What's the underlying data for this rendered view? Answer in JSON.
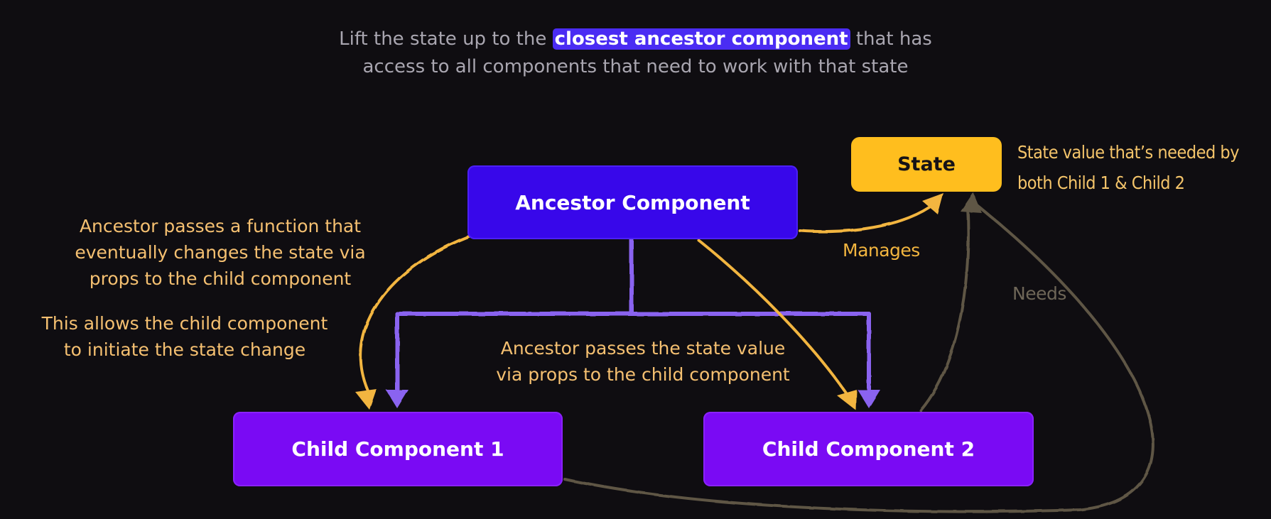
{
  "caption": {
    "line1_before": "Lift the state up to the",
    "line1_highlight": "closest ancestor component",
    "line1_after": "that has",
    "line2": "access to all components that need to work with that state"
  },
  "nodes": {
    "ancestor": "Ancestor Component",
    "child1": "Child Component 1",
    "child2": "Child Component 2",
    "state": "State"
  },
  "annotations": {
    "function_pass": [
      "Ancestor passes a function that",
      "eventually changes the state via",
      "props to the child component"
    ],
    "initiate": [
      "This allows the child component",
      "to initiate the state change"
    ],
    "state_pass": [
      "Ancestor passes the state value",
      "via props to the child component"
    ],
    "state_note": [
      "State value that’s needed by",
      "both Child 1 & Child 2"
    ]
  },
  "edge_labels": {
    "manages": "Manages",
    "needs": "Needs"
  },
  "colors": {
    "background": "#0f0d11",
    "ancestor": "#3807ea",
    "child": "#7a0af4",
    "state": "#ffbe1e",
    "props_arrow": "#8a64f0",
    "function_arrow": "#f2b53f",
    "needs_arrow": "#5e5645",
    "annotation_text": "#f5c071"
  }
}
